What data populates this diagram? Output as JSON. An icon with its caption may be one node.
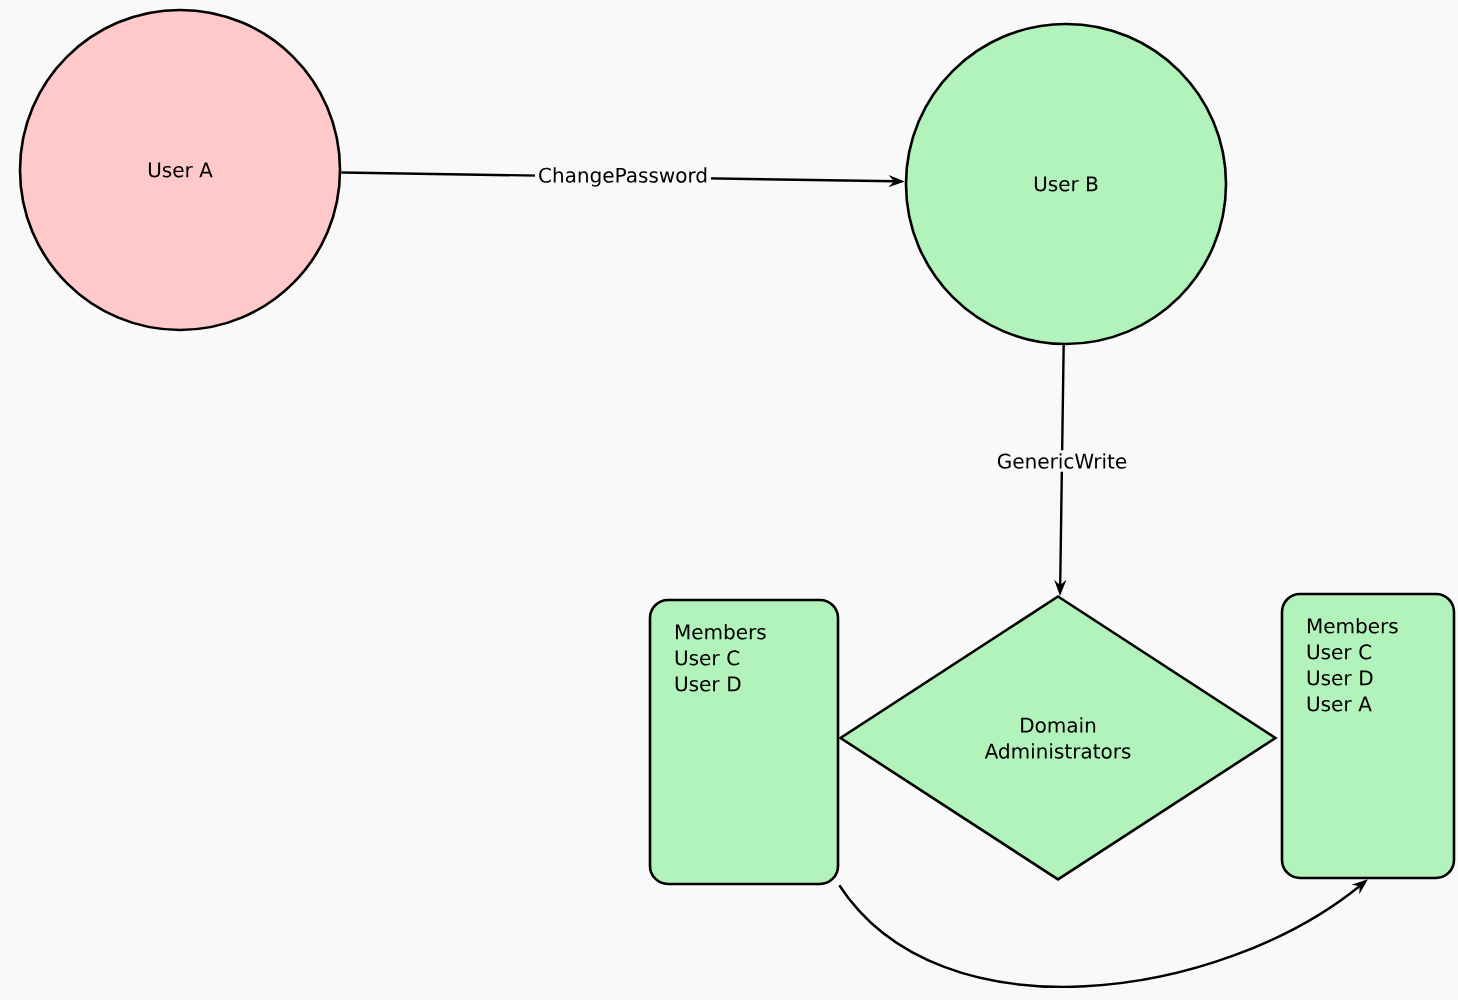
{
  "diagram": {
    "nodes": [
      {
        "text": [
          "User A"
        ]
      },
      {
        "text": [
          "User B"
        ]
      },
      {
        "text": [
          "Members",
          "User C",
          "User D"
        ]
      },
      {
        "text": [
          "Domain Administrators"
        ]
      },
      {
        "text": [
          "Members",
          "User C",
          "User D",
          "User A"
        ]
      }
    ],
    "edges": [
      {
        "from": 0,
        "to": 1,
        "arrow": "to",
        "label": "ChangePassword"
      },
      {
        "from": 1,
        "to": 3,
        "arrow": "to",
        "label": "GenericWrite"
      },
      {
        "from": 2,
        "to": 4,
        "arrow": "to"
      }
    ]
  }
}
